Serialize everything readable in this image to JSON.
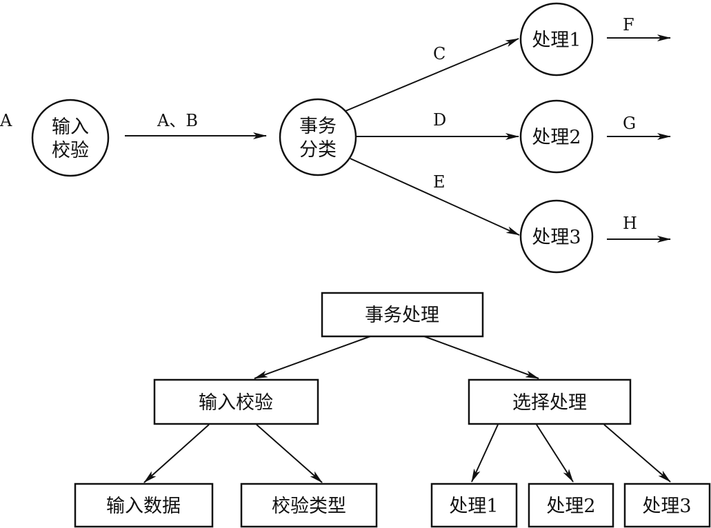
{
  "flow": {
    "input_label": "A",
    "nodes": {
      "input_check": [
        "输入",
        "校验"
      ],
      "classify": [
        "事务",
        "分类"
      ],
      "process1": "处理1",
      "process2": "处理2",
      "process3": "处理3"
    },
    "edges": {
      "ab": "A、B",
      "c": "C",
      "d": "D",
      "e": "E",
      "f": "F",
      "g": "G",
      "h": "H"
    }
  },
  "structure": {
    "root": "事务处理",
    "input_check": "输入校验",
    "select_process": "选择处理",
    "input_data": "输入数据",
    "check_type": "校验类型",
    "process1": "处理1",
    "process2": "处理2",
    "process3": "处理3"
  },
  "colors": {
    "line": "#111111",
    "background": "#ffffff"
  }
}
